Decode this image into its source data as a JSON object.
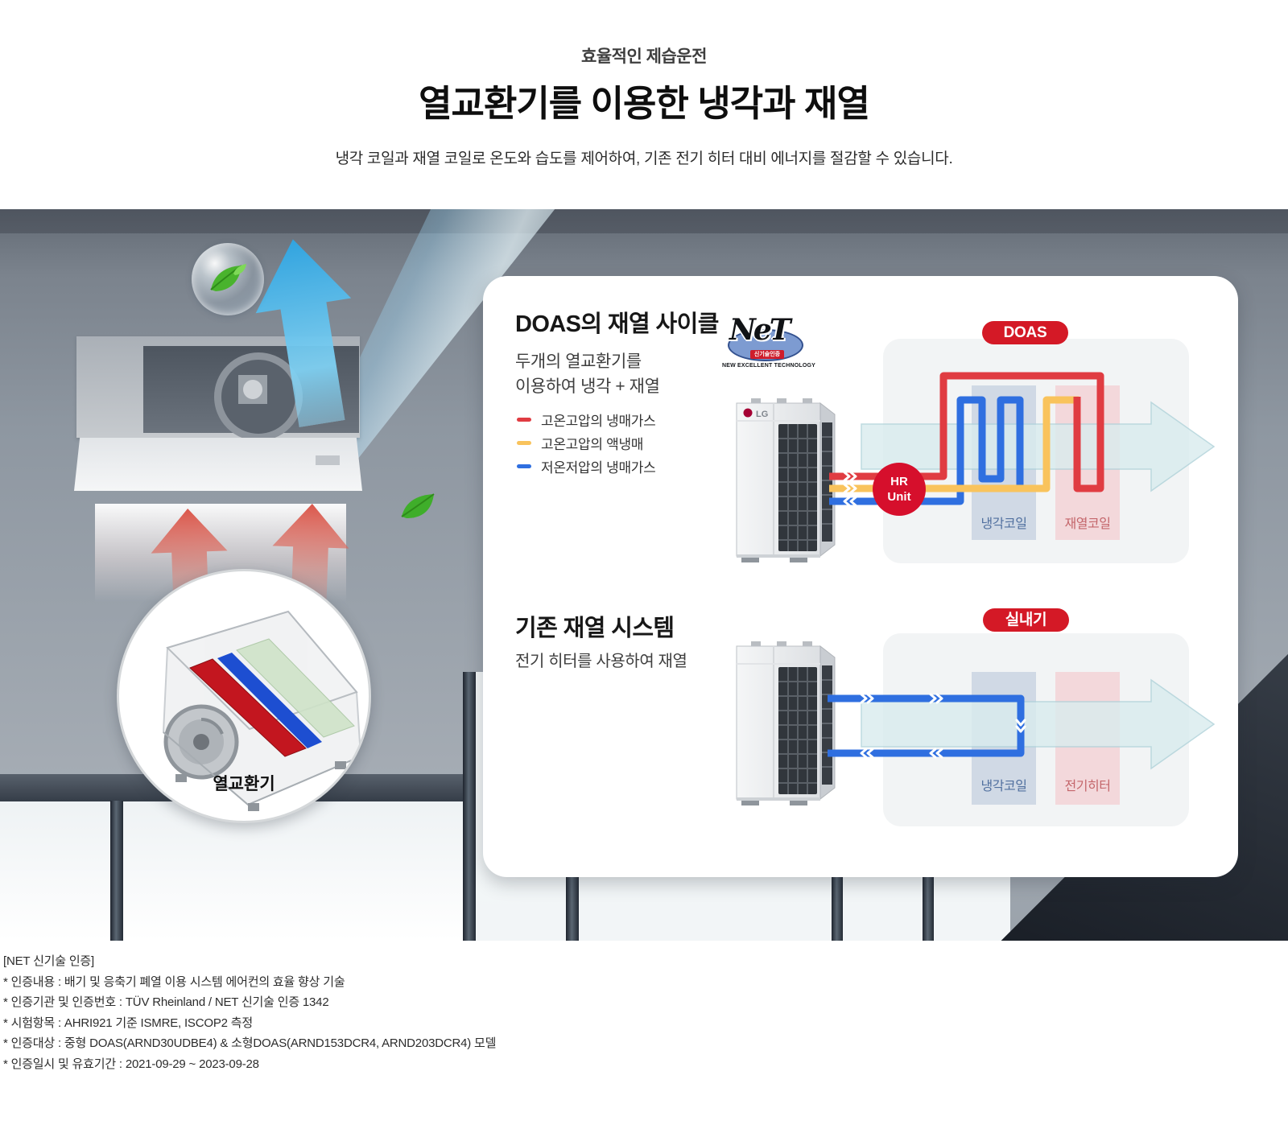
{
  "header": {
    "eyebrow": "효율적인 제습운전",
    "title": "열교환기를 이용한 냉각과 재열",
    "subtitle": "냉각 코일과 재열 코일로 온도와 습도를 제어하여, 기존 전기 히터 대비 에너지를 절감할 수 있습니다."
  },
  "photo": {
    "inset_label": "열교환기"
  },
  "card": {
    "lg_logo": "LG",
    "net_logo": {
      "text": "NeT",
      "tag": "신기술인증",
      "sub": "NEW EXCELLENT TECHNOLOGY"
    },
    "doas": {
      "title": "DOAS의 재열 사이클",
      "desc_line1": "두개의 열교환기를",
      "desc_line2": "이용하여 냉각 + 재열",
      "legend": [
        {
          "label": "고온고압의 냉매가스",
          "color": "#e03c42"
        },
        {
          "label": "고온고압의 액냉매",
          "color": "#f9c35c"
        },
        {
          "label": "저온저압의 냉매가스",
          "color": "#2f6fe0"
        }
      ],
      "badge": "DOAS",
      "hr_line1": "HR",
      "hr_line2": "Unit",
      "cooling_label": "냉각코일",
      "reheat_label": "재열코일"
    },
    "legacy": {
      "title": "기존 재열 시스템",
      "desc": "전기 히터를 사용하여 재열",
      "badge": "실내기",
      "cooling_label": "냉각코일",
      "heater_label": "전기히터"
    }
  },
  "footnotes": [
    "[NET 신기술 인증]",
    "* 인증내용 : 배기 및 응축기 폐열 이용 시스템 에어컨의 효율 향상 기술",
    "* 인증기관 및 인증번호 : TÜV Rheinland / NET 신기술 인증 1342",
    "* 시험항목 : AHRI921 기준 ISMRE, ISCOP2 측정",
    "* 인증대상 : 중형 DOAS(ARND30UDBE4) & 소형DOAS(ARND153DCR4, ARND203DCR4) 모델",
    "* 인증일시 및 유효기간 : 2021-09-29 ~ 2023-09-28"
  ],
  "colors": {
    "badge_red": "#d41926",
    "hr_red": "#d60f2c",
    "pipe_red": "#e03c42",
    "pipe_yellow": "#f9c35c",
    "pipe_blue": "#2f6fe0",
    "arrow_teal": "#d9ecee",
    "arrow_edge": "#aed2d9",
    "cooling_overlay": "#b9c6da",
    "heater_overlay": "#f2c9cd"
  }
}
